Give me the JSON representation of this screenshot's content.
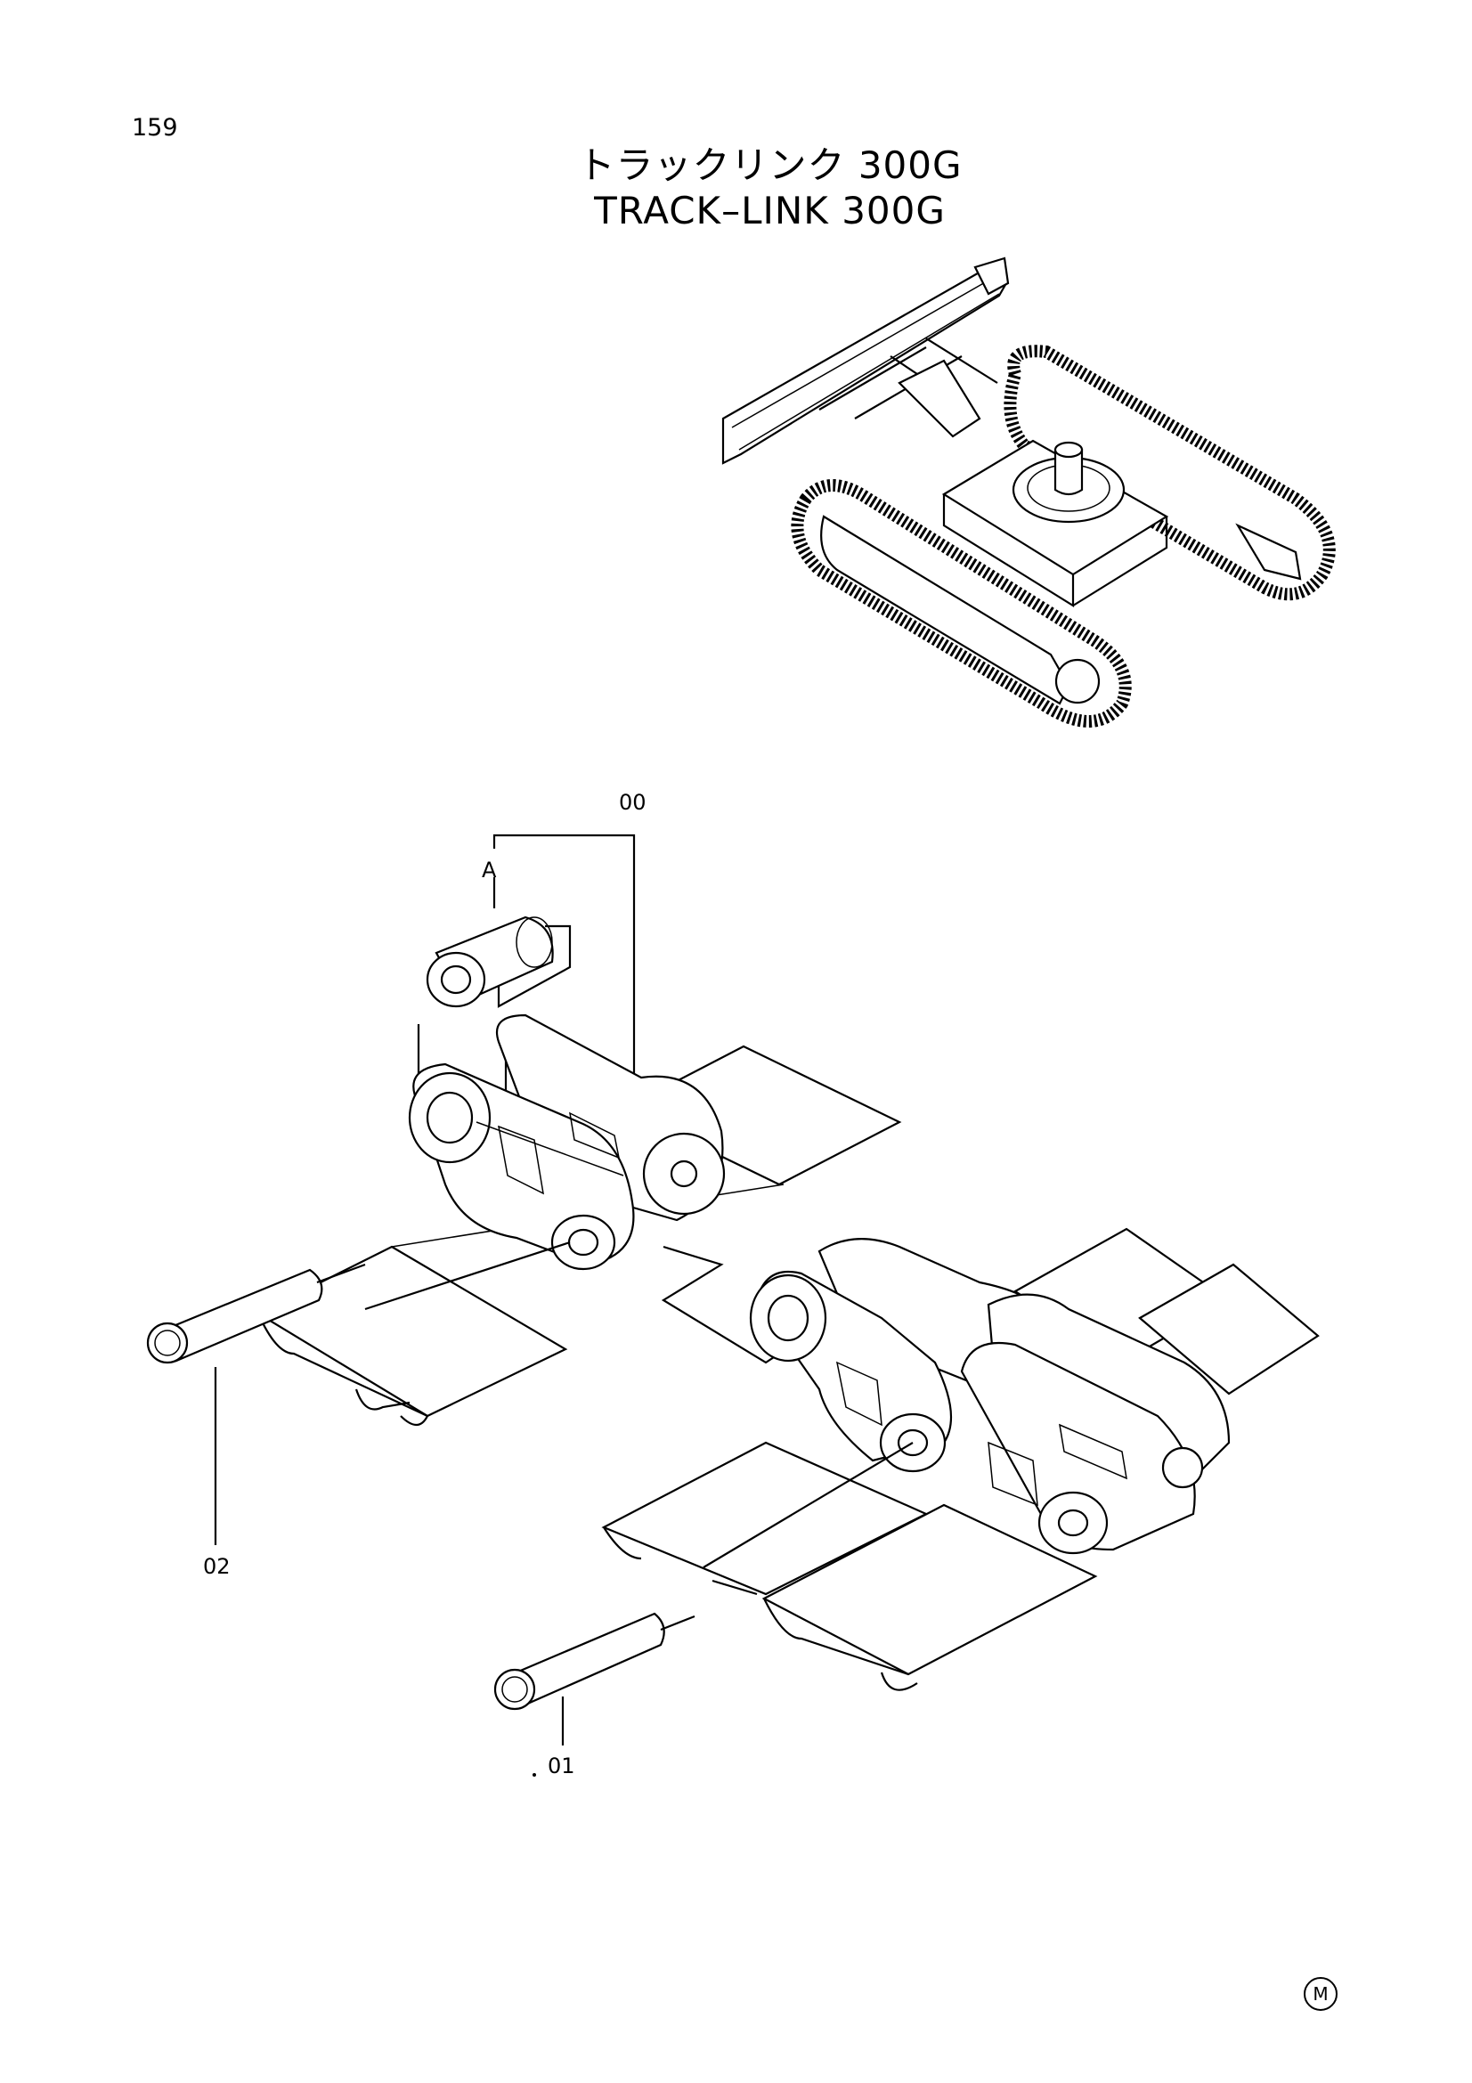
{
  "page_number": "159",
  "title_ja": "トラックリンク 300G",
  "title_en": "TRACK–LINK 300G",
  "callouts": {
    "assembly": "00",
    "sub": "A",
    "pin_upper": "02",
    "pin_lower": "01"
  },
  "manufacturer_mark": "M"
}
